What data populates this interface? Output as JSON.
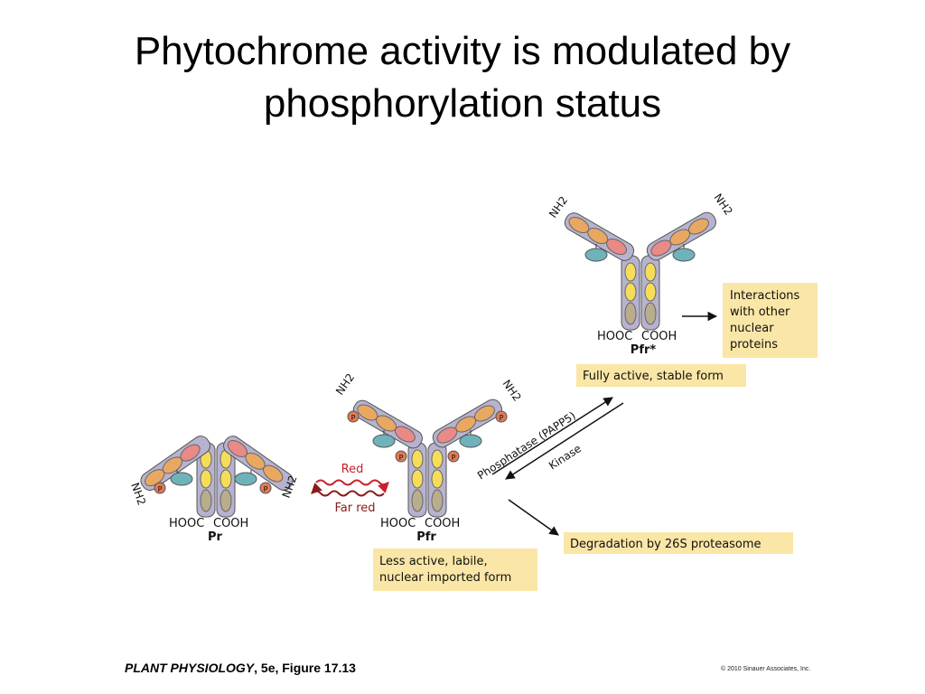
{
  "title": {
    "line1": "Phytochrome activity is modulated by",
    "line2": "phosphorylation status"
  },
  "molecules": {
    "pr": {
      "name": "Pr",
      "hooc": "HOOC",
      "cooh": "COOH",
      "nh2": "NH2"
    },
    "pfr": {
      "name": "Pfr",
      "hooc": "HOOC",
      "cooh": "COOH",
      "nh2": "NH2"
    },
    "pfr_star": {
      "name": "Pfr*",
      "hooc": "HOOC",
      "cooh": "COOH",
      "nh2": "NH2"
    }
  },
  "phospho_label": "P",
  "light": {
    "red": "Red",
    "far_red": "Far red",
    "red_color": "#c8202a",
    "far_red_color": "#8b1a1a"
  },
  "enzymes": {
    "phosphatase": "Phosphatase (PAPP5)",
    "kinase": "Kinase"
  },
  "boxes": {
    "fully_active": "Fully active, stable form",
    "interactions": [
      "Interactions",
      "with other",
      "nuclear",
      "proteins"
    ],
    "less_active": [
      "Less active, labile,",
      "nuclear imported form"
    ],
    "degradation": "Degradation by 26S proteasome"
  },
  "colors": {
    "box_fill": "#fae6a6",
    "domain_orange": "#e9a862",
    "domain_pink": "#e98a86",
    "domain_teal": "#6fb3ba",
    "domain_yellow": "#f5dd5a",
    "domain_tan": "#b9ad8c",
    "chain_fill": "#b7b3cf",
    "phospho": "#e27a55"
  },
  "credit": {
    "book": "PLANT PHYSIOLOGY",
    "rest": ", 5e, Figure 17.13"
  },
  "copyright": "© 2010 Sinauer Associates, Inc."
}
